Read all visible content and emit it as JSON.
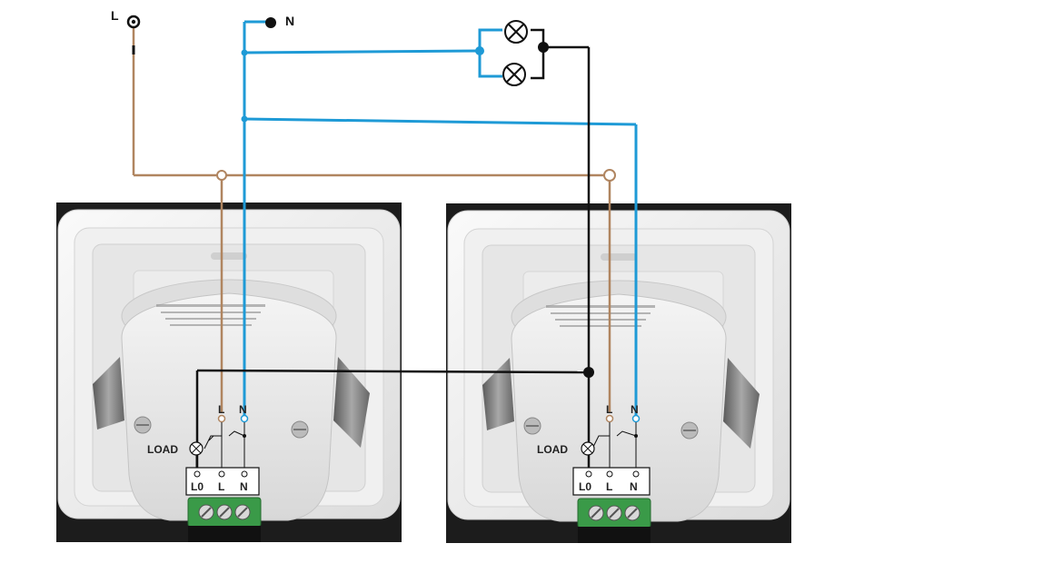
{
  "supply": {
    "live_label": "L",
    "neutral_label": "N"
  },
  "devices": [
    {
      "load_label": "LOAD",
      "terminals": {
        "load": "L0",
        "live": "L",
        "neutral": "N"
      },
      "top_terminals": {
        "live": "L",
        "neutral": "N"
      }
    },
    {
      "load_label": "LOAD",
      "terminals": {
        "load": "L0",
        "live": "L",
        "neutral": "N"
      },
      "top_terminals": {
        "live": "L",
        "neutral": "N"
      }
    }
  ],
  "colors": {
    "live_wire": "#b08560",
    "neutral_wire": "#1e9ad6",
    "switched_wire": "#111111",
    "photo_bg": "#1c1c1c",
    "device_body": "#e9e9e9",
    "terminal_block": "#3a9a48"
  },
  "lamps": {
    "count": 2,
    "icon": "lamp-cross-icon"
  }
}
